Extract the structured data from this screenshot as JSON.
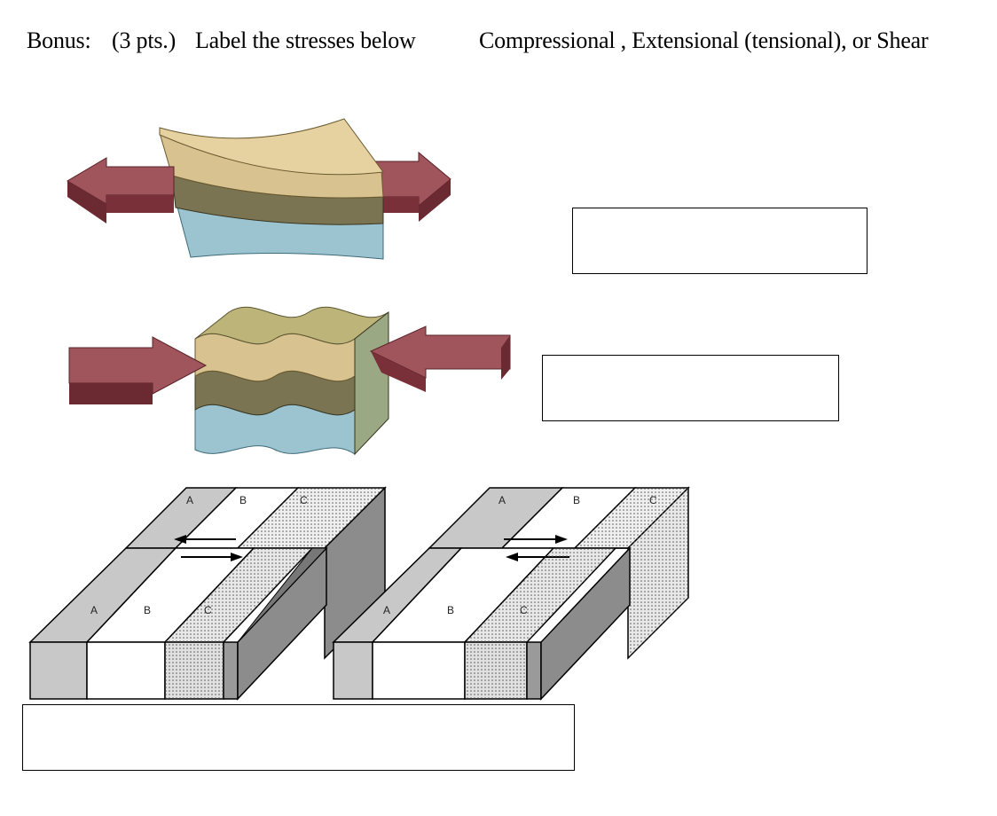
{
  "header": {
    "bonus": "Bonus:",
    "points": "(3 pts.)",
    "instruction": "Label the stresses below",
    "options": "Compressional ,  Extensional (tensional), or Shear"
  },
  "figures": {
    "shear": {
      "left_block": {
        "back_labels": [
          "A",
          "B",
          "C"
        ],
        "front_labels": [
          "A",
          "B",
          "C"
        ]
      },
      "right_block": {
        "back_labels": [
          "A",
          "B",
          "C"
        ],
        "front_labels": [
          "A",
          "B",
          "C"
        ]
      }
    }
  },
  "answers": {
    "box1": "",
    "box2": "",
    "box3": ""
  },
  "colors": {
    "arrow_top": "#a0555c",
    "arrow_side": "#6b2a32",
    "layer_tan": "#d8c290",
    "layer_olive": "#7a7452",
    "layer_blue": "#9cc3d0",
    "block_gray": "#c8c8c8",
    "block_dark": "#8c8c8c"
  }
}
